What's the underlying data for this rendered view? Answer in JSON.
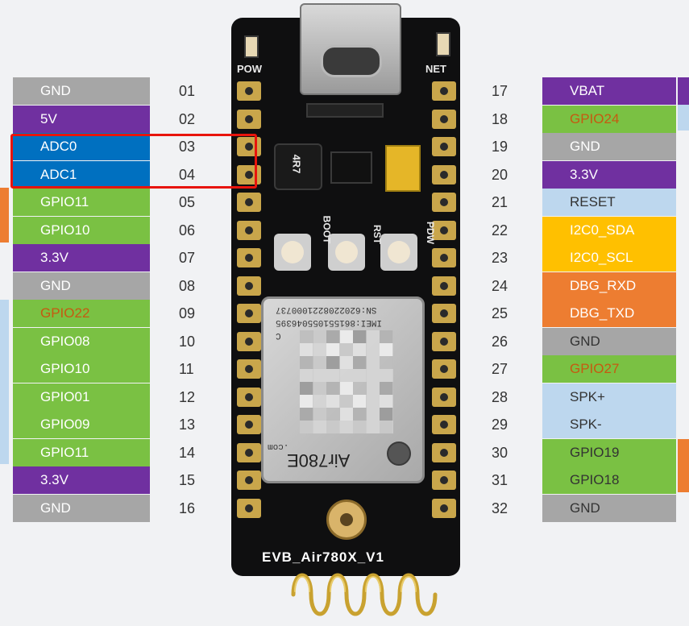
{
  "left_pins": [
    {
      "number": "01",
      "label": "GND",
      "bg": "#a6a6a6",
      "fg": "#ffffff"
    },
    {
      "number": "02",
      "label": "5V",
      "bg": "#7030a0",
      "fg": "#ffffff"
    },
    {
      "number": "03",
      "label": "ADC0",
      "bg": "#0070c0",
      "fg": "#ffffff"
    },
    {
      "number": "04",
      "label": "ADC1",
      "bg": "#0070c0",
      "fg": "#ffffff"
    },
    {
      "number": "05",
      "label": "GPIO11",
      "bg": "#7ac143",
      "fg": "#ffffff"
    },
    {
      "number": "06",
      "label": "GPIO10",
      "bg": "#7ac143",
      "fg": "#ffffff"
    },
    {
      "number": "07",
      "label": "3.3V",
      "bg": "#7030a0",
      "fg": "#ffffff"
    },
    {
      "number": "08",
      "label": "GND",
      "bg": "#a6a6a6",
      "fg": "#ffffff"
    },
    {
      "number": "09",
      "label": "GPIO22",
      "bg": "#7ac143",
      "fg": "#c55a11"
    },
    {
      "number": "10",
      "label": "GPIO08",
      "bg": "#7ac143",
      "fg": "#ffffff"
    },
    {
      "number": "11",
      "label": "GPIO10",
      "bg": "#7ac143",
      "fg": "#ffffff"
    },
    {
      "number": "12",
      "label": "GPIO01",
      "bg": "#7ac143",
      "fg": "#ffffff"
    },
    {
      "number": "13",
      "label": "GPIO09",
      "bg": "#7ac143",
      "fg": "#ffffff"
    },
    {
      "number": "14",
      "label": "GPIO11",
      "bg": "#7ac143",
      "fg": "#ffffff"
    },
    {
      "number": "15",
      "label": "3.3V",
      "bg": "#7030a0",
      "fg": "#ffffff"
    },
    {
      "number": "16",
      "label": "GND",
      "bg": "#a6a6a6",
      "fg": "#ffffff"
    }
  ],
  "right_pins": [
    {
      "number": "17",
      "label": "VBAT",
      "bg": "#7030a0",
      "fg": "#ffffff"
    },
    {
      "number": "18",
      "label": "GPIO24",
      "bg": "#7ac143",
      "fg": "#c55a11"
    },
    {
      "number": "19",
      "label": "GND",
      "bg": "#a6a6a6",
      "fg": "#ffffff"
    },
    {
      "number": "20",
      "label": "3.3V",
      "bg": "#7030a0",
      "fg": "#ffffff"
    },
    {
      "number": "21",
      "label": "RESET",
      "bg": "#bdd7ee",
      "fg": "#333333"
    },
    {
      "number": "22",
      "label": "I2C0_SDA",
      "bg": "#ffc000",
      "fg": "#ffffff"
    },
    {
      "number": "23",
      "label": "I2C0_SCL",
      "bg": "#ffc000",
      "fg": "#ffffff"
    },
    {
      "number": "24",
      "label": "DBG_RXD",
      "bg": "#ed7d31",
      "fg": "#ffffff"
    },
    {
      "number": "25",
      "label": "DBG_TXD",
      "bg": "#ed7d31",
      "fg": "#ffffff"
    },
    {
      "number": "26",
      "label": "GND",
      "bg": "#a6a6a6",
      "fg": "#333333"
    },
    {
      "number": "27",
      "label": "GPIO27",
      "bg": "#7ac143",
      "fg": "#c55a11"
    },
    {
      "number": "28",
      "label": "SPK+",
      "bg": "#bdd7ee",
      "fg": "#333333"
    },
    {
      "number": "29",
      "label": "SPK-",
      "bg": "#bdd7ee",
      "fg": "#333333"
    },
    {
      "number": "30",
      "label": "GPIO19",
      "bg": "#7ac143",
      "fg": "#333333"
    },
    {
      "number": "31",
      "label": "GPIO18",
      "bg": "#7ac143",
      "fg": "#333333"
    },
    {
      "number": "32",
      "label": "GND",
      "bg": "#a6a6a6",
      "fg": "#333333"
    }
  ],
  "left_edge_marks": [
    {
      "color": "#ed7d31"
    },
    {
      "color": "#bdd7ee"
    }
  ],
  "right_edge_marks": [
    {
      "color": "#7030a0"
    },
    {
      "color": "#bdd7ee"
    },
    {
      "color": "#ed7d31"
    }
  ],
  "board": {
    "silk_pow": "POW",
    "silk_net": "NET",
    "silk_boot": "BOOT",
    "silk_rst": "RST",
    "silk_pdw": "PDW",
    "inductor_mark": "4R7",
    "module_brand": "Air780E",
    "module_line1": "IMEI:861551055046395",
    "module_line2": "SN:6202208221000737",
    "module_line3": "C",
    "module_site": ".com",
    "board_label": "EVB_Air780X_V1"
  },
  "highlight": {
    "color": "#e8140c",
    "target": "ADC0 / ADC1"
  }
}
